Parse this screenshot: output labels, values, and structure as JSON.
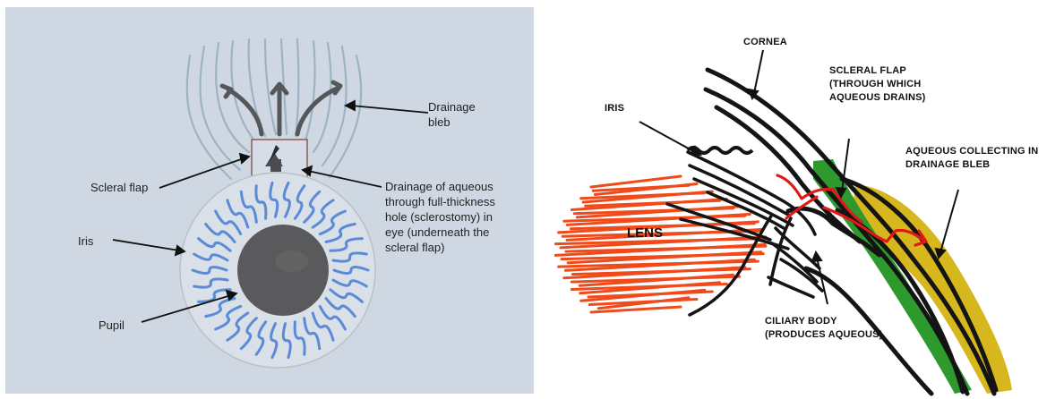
{
  "left_diagram": {
    "labels": {
      "drainage_bleb": "Drainage\nbleb",
      "scleral_flap": "Scleral flap",
      "drainage_text": "Drainage of aqueous\nthrough full-thickness\nhole (sclerostomy) in\neye (underneath the\nscleral flap)",
      "iris": "Iris",
      "pupil": "Pupil"
    },
    "colors": {
      "paper": "#cdd6e0",
      "iris_strokes": "#5b8ad6",
      "pupil": "#5a5a5c",
      "bleb_lines": "#9db3c4",
      "flap_outline": "#8c5a5a"
    }
  },
  "right_diagram": {
    "labels": {
      "cornea": "CORNEA",
      "scleral_flap": "SCLERAL FLAP\n(THROUGH WHICH\nAQUEOUS DRAINS)",
      "iris": "IRIS",
      "aqueous": "AQUEOUS COLLECTING IN\nDRAINAGE BLEB",
      "lens": "LENS",
      "ciliary": "CILIARY BODY\n(PRODUCES AQUEOUS)"
    },
    "colors": {
      "lens": "#f04a1a",
      "green": "#2e9a2e",
      "yellow": "#d4b312",
      "red": "#e01818",
      "ink": "#141414"
    }
  }
}
